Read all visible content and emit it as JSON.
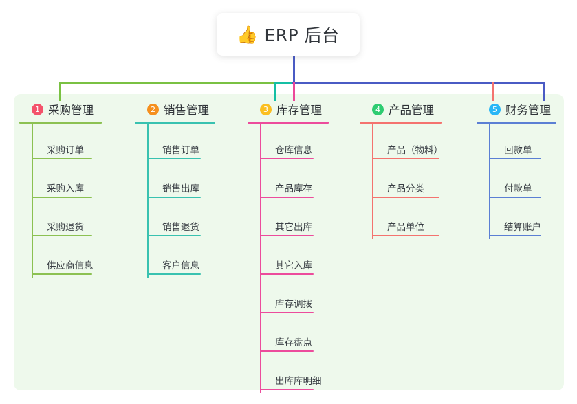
{
  "root": {
    "emoji": "👍",
    "emoji_name": "thumbs-up-icon",
    "title": "ERP 后台"
  },
  "palette": {
    "panel_bg": "#eef9ec",
    "page_bg": "#ffffff",
    "trunk": "#4a5bc4",
    "text": "#31353b"
  },
  "connectors": {
    "segment_green": "#7ac143",
    "segment_teal": "#15bfa4",
    "segment_blue": "#4a5bc4",
    "drop_col1": "#7ac143",
    "drop_col2": "#15bfa4",
    "drop_col3": "#ec4899",
    "drop_col4": "#f4736f",
    "drop_col5": "#4a5bc4"
  },
  "columns": [
    {
      "index": "1",
      "title": "采购管理",
      "badge_color": "#f4536b",
      "line_color": "#8cc152",
      "items": [
        "采购订单",
        "采购入库",
        "采购退货",
        "供应商信息"
      ]
    },
    {
      "index": "2",
      "title": "销售管理",
      "badge_color": "#f5901e",
      "line_color": "#39c2b0",
      "items": [
        "销售订单",
        "销售出库",
        "销售退货",
        "客户信息"
      ]
    },
    {
      "index": "3",
      "title": "库存管理",
      "badge_color": "#fbbf20",
      "line_color": "#ec4c9c",
      "items": [
        "仓库信息",
        "产品库存",
        "其它出库",
        "其它入库",
        "库存调拨",
        "库存盘点",
        "出库库明细"
      ]
    },
    {
      "index": "4",
      "title": "产品管理",
      "badge_color": "#2ecc71",
      "line_color": "#f4736f",
      "items": [
        "产品（物料）",
        "产品分类",
        "产品单位"
      ]
    },
    {
      "index": "5",
      "title": "财务管理",
      "badge_color": "#29b6f6",
      "line_color": "#5b7fd4",
      "items": [
        "回款单",
        "付款单",
        "结算账户"
      ]
    }
  ]
}
